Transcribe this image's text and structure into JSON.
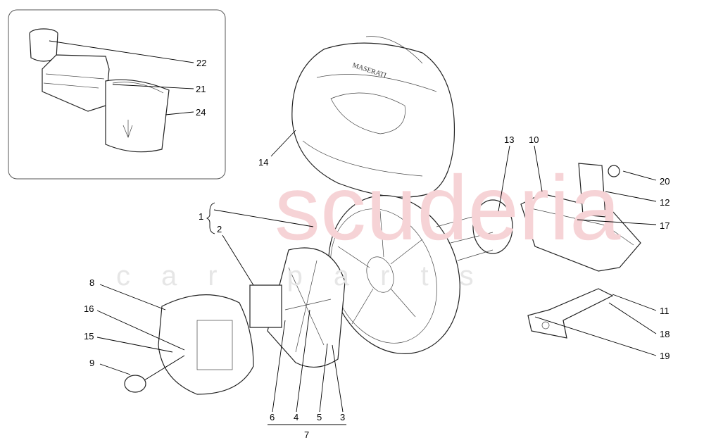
{
  "watermark": {
    "main": "scuderia",
    "sub": "car parts"
  },
  "logo_text": "MASERATI",
  "callouts": [
    {
      "id": "22",
      "label": "22"
    },
    {
      "id": "21",
      "label": "21"
    },
    {
      "id": "24",
      "label": "24"
    },
    {
      "id": "14",
      "label": "14"
    },
    {
      "id": "13",
      "label": "13"
    },
    {
      "id": "10",
      "label": "10"
    },
    {
      "id": "20",
      "label": "20"
    },
    {
      "id": "12",
      "label": "12"
    },
    {
      "id": "17",
      "label": "17"
    },
    {
      "id": "1",
      "label": "1"
    },
    {
      "id": "2",
      "label": "2"
    },
    {
      "id": "8",
      "label": "8"
    },
    {
      "id": "16",
      "label": "16"
    },
    {
      "id": "15",
      "label": "15"
    },
    {
      "id": "9",
      "label": "9"
    },
    {
      "id": "11",
      "label": "11"
    },
    {
      "id": "18",
      "label": "18"
    },
    {
      "id": "19",
      "label": "19"
    },
    {
      "id": "6",
      "label": "6"
    },
    {
      "id": "4",
      "label": "4"
    },
    {
      "id": "5",
      "label": "5"
    },
    {
      "id": "3",
      "label": "3"
    },
    {
      "id": "7",
      "label": "7"
    }
  ]
}
